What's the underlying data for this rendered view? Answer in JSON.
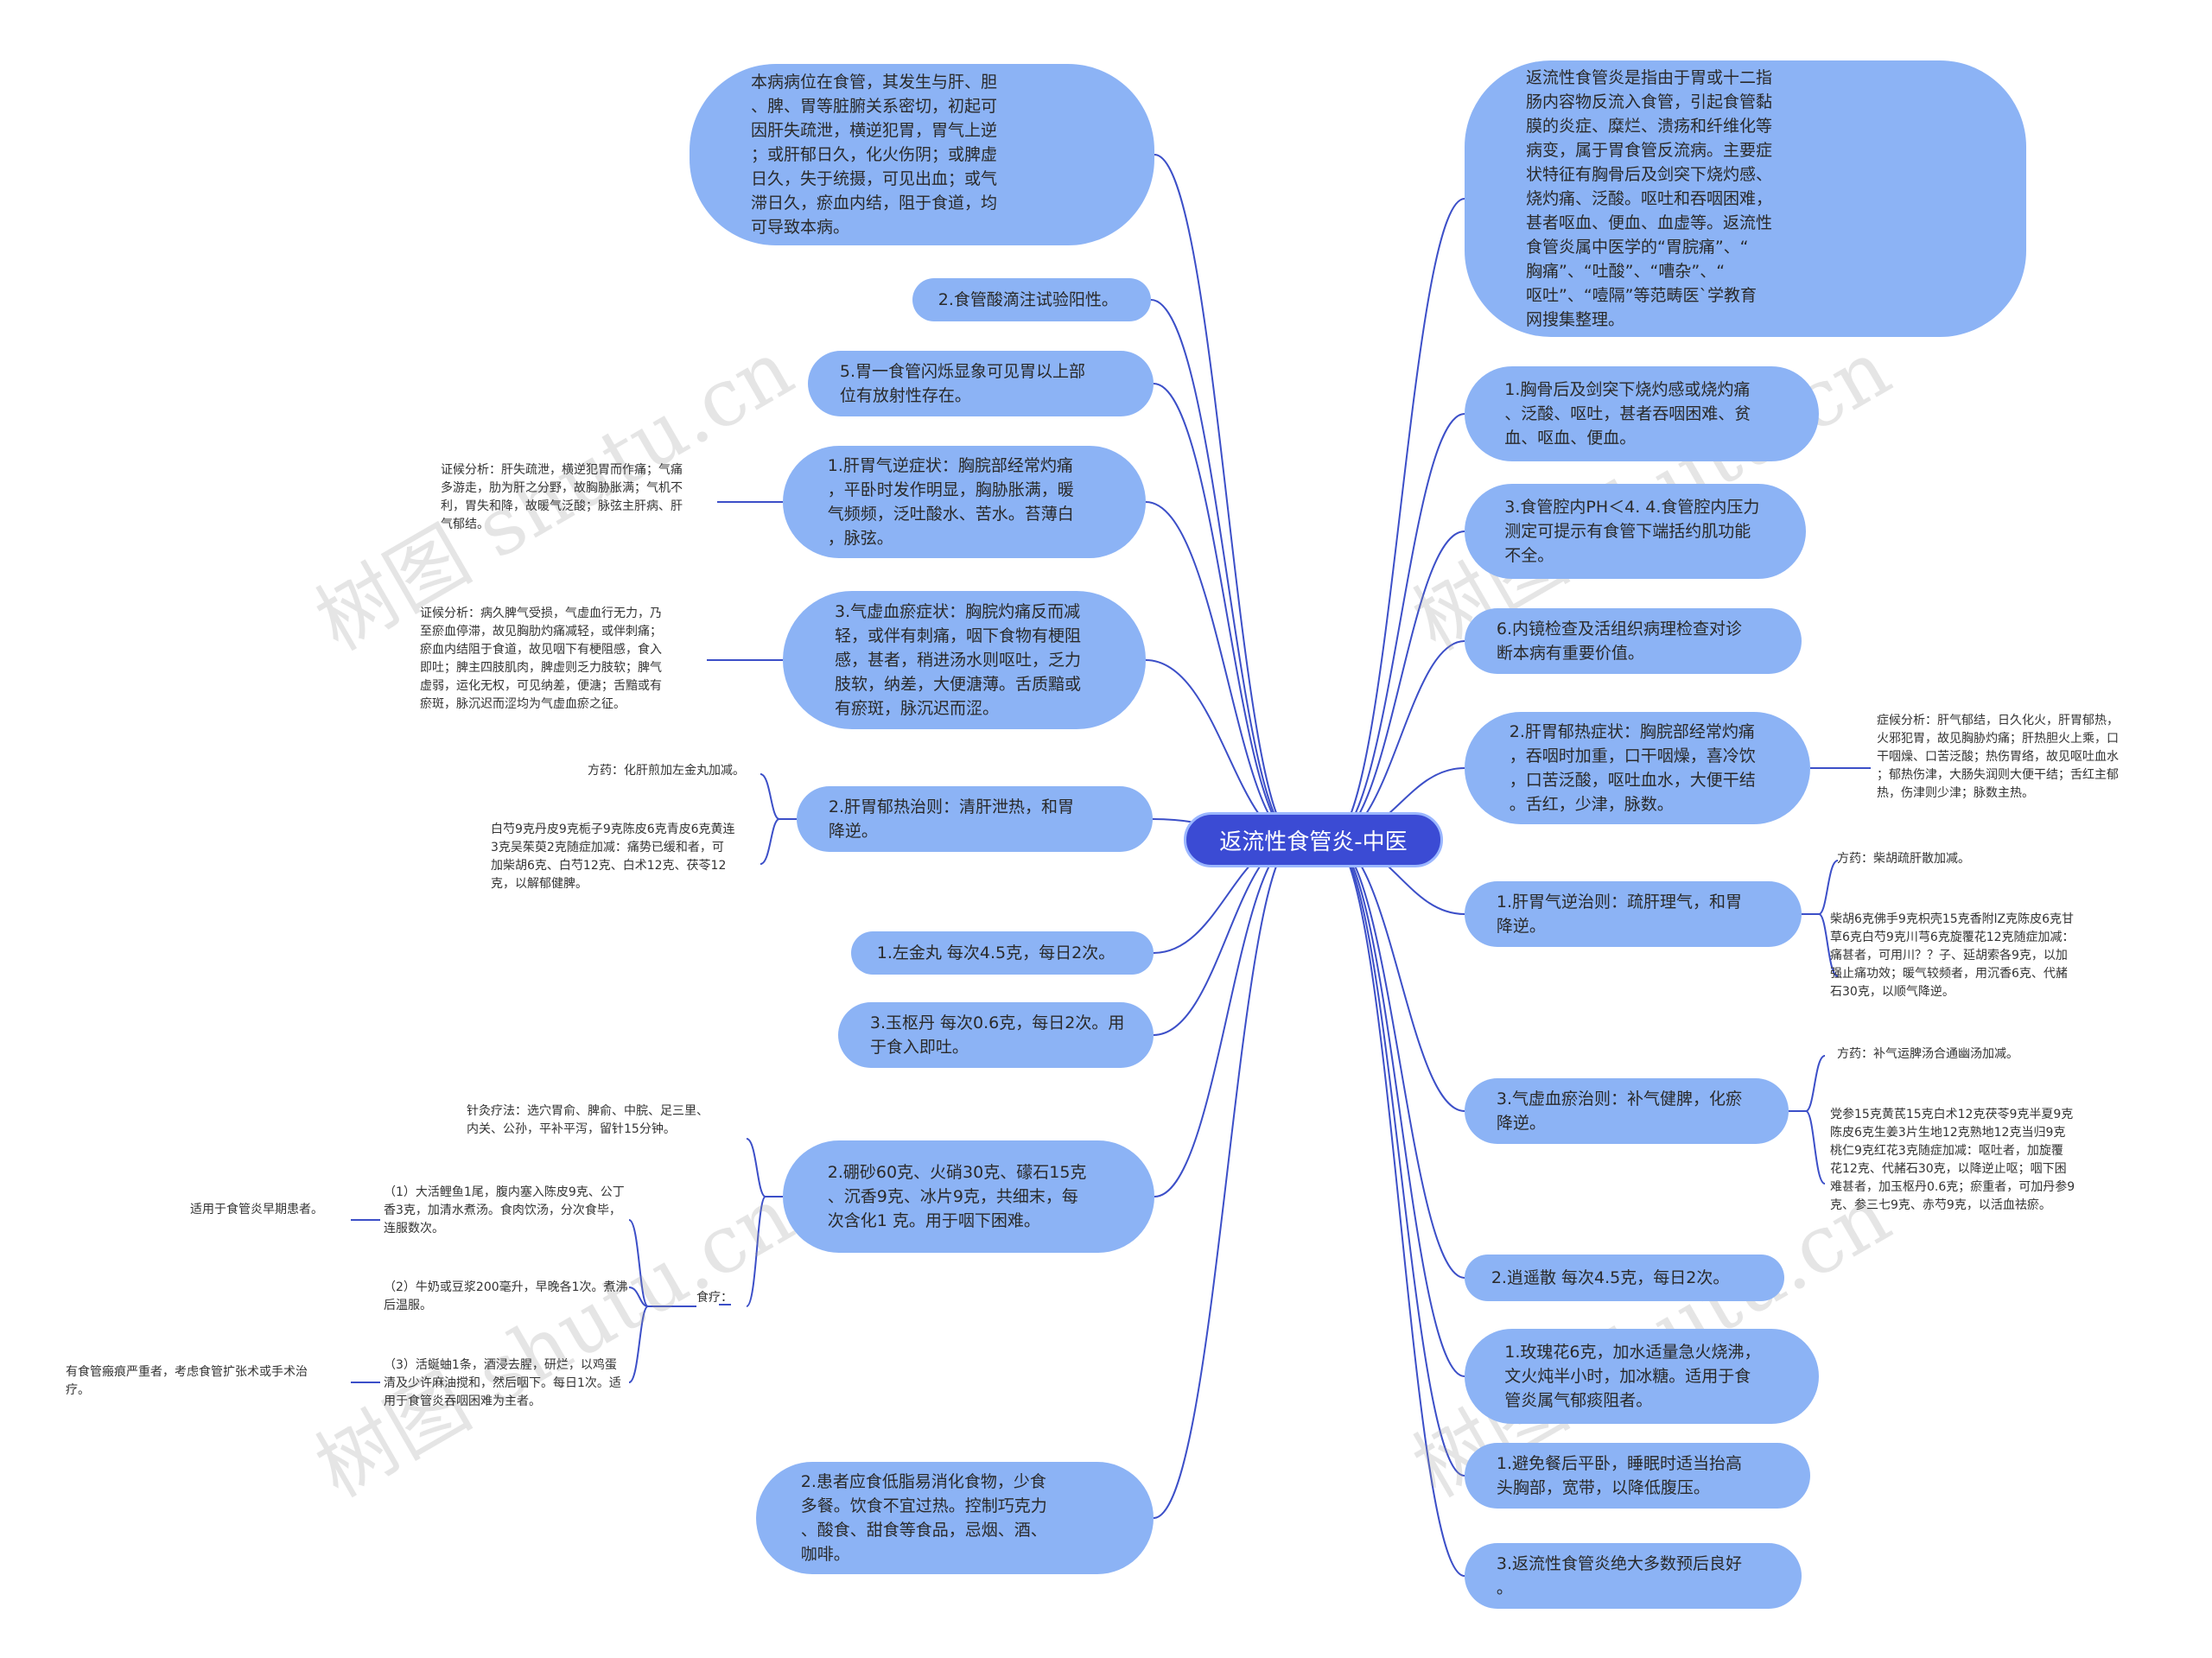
{
  "root": "返流性食管炎-中医",
  "watermark": "树图 shutu.cn",
  "left_nodes": [
    "本病病位在食管，其发生与肝、胆\n、脾、胃等脏腑关系密切，初起可\n因肝失疏泄，横逆犯胃，胃气上逆\n；或肝郁日久，化火伤阴；或脾虚\n日久，失于统摄，可见出血；或气\n滞日久，瘀血内结，阻于食道，均\n可导致本病。",
    "2.食管酸滴注试验阳性。",
    "5.胃一食管闪烁显象可见胃以上部\n位有放射性存在。",
    "1.肝胃气逆症状：胸脘部经常灼痛\n，平卧时发作明显，胸胁胀满，暖\n气频频，泛吐酸水、苦水。苔薄白\n，脉弦。",
    "3.气虚血瘀症状：胸脘灼痛反而减\n轻，或伴有刺痛，咽下食物有梗阻\n感，甚者，稍进汤水则呕吐，乏力\n肢软，纳差，大便溏薄。舌质黯或\n有瘀斑，脉沉迟而涩。",
    "2.肝胃郁热治则：清肝泄热，和胃\n降逆。",
    "1.左金丸 每次4.5克，每日2次。",
    "3.玉枢丹 每次0.6克，每日2次。用\n于食入即吐。",
    "2.硼砂60克、火硝30克、礞石15克\n、沉香9克、冰片9克，共细末，每\n次含化1 克。用于咽下困难。",
    "2.患者应食低脂易消化食物，少食\n多餐。饮食不宜过热。控制巧克力\n、酸食、甜食等食品，忌烟、酒、\n咖啡。"
  ],
  "right_nodes": [
    "返流性食管炎是指由于胃或十二指\n肠内容物反流入食管，引起食管黏\n膜的炎症、糜烂、溃疡和纤维化等\n病变，属于胃食管反流病。主要症\n状特征有胸骨后及剑突下烧灼感、\n烧灼痛、泛酸。呕吐和吞咽困难，\n甚者呕血、便血、血虚等。返流性\n食管炎属中医学的“胃脘痛”、“\n胸痛”、“吐酸”、“嘈杂”、“\n呕吐”、“噎隔”等范畴医`学教育\n网搜集整理。",
    "1.胸骨后及剑突下烧灼感或烧灼痛\n、泛酸、呕吐，甚者吞咽困难、贫\n血、呕血、便血。",
    "3.食管腔内PH＜4. 4.食管腔内压力\n测定可提示有食管下端括约肌功能\n不全。",
    "6.内镜检查及活组织病理检查对诊\n断本病有重要价值。",
    "2.肝胃郁热症状：胸脘部经常灼痛\n，吞咽时加重，口干咽燥，喜冷饮\n，口苦泛酸，呕吐血水，大便干结\n。舌红，少津，脉数。",
    "1.肝胃气逆治则：疏肝理气，和胃\n降逆。",
    "3.气虚血瘀治则：补气健脾，化瘀\n降逆。",
    "2.逍遥散 每次4.5克，每日2次。",
    "1.玫瑰花6克，加水适量急火烧沸，\n文火炖半小时，加冰糖。适用于食\n管炎属气郁痰阻者。",
    "1.避免餐后平卧，睡眠时适当抬高\n头胸部，宽带，以降低腹压。",
    "3.返流性食管炎绝大多数预后良好\n。"
  ],
  "leaves": [
    "证候分析：肝失疏泄，横逆犯胃而作痛；气痛\n多游走，肋为肝之分野，故胸胁胀满；气机不\n利，胃失和降，故暖气泛酸；脉弦主肝病、肝\n气郁结。",
    "证候分析：病久脾气受损，气虚血行无力，乃\n至瘀血停滞，故见胸肋灼痛减轻，或伴刺痛；\n瘀血内结阻于食道，故见咽下有梗阻感，食入\n即吐；脾主四肢肌肉，脾虚则乏力肢软；脾气\n虚弱，运化无权，可见纳差，便溏；舌黯或有\n瘀斑，脉沉迟而涩均为气虚血瘀之征。",
    "方药：化肝煎加左金丸加减。",
    "白芍9克丹皮9克栀子9克陈皮6克青皮6克黄连\n3克吴茱萸2克随症加减：痛势已缓和者，可\n加柴胡6克、白芍12克、白术12克、茯苓12\n克，以解郁健脾。",
    "针灸疗法：选穴胃俞、脾俞、中脘、足三里、\n内关、公孙，平补平泻，留针15分钟。",
    "适用于食管炎早期患者。",
    "（1）大活鲤鱼1尾，腹内塞入陈皮9克、公丁\n香3克，加清水煮汤。食肉饮汤，分次食毕，\n连服数次。",
    "（2）牛奶或豆浆200毫升，早晚各1次。煮沸\n后温服。",
    "食疗：",
    "有食管瘢痕严重者，考虑食管扩张术或手术治\n疗。",
    "（3）活蜒蚰1条，酒浸去腥，研烂，以鸡蛋\n清及少许麻油搅和，然后咽下。每日1次。适\n用于食管炎吞咽困难为主者。",
    "症候分析：肝气郁结，日久化火，肝胃郁热，\n火邪犯胃，故见胸胁灼痛；肝热胆火上乘，口\n干咽燥、口苦泛酸；热伤胃络，故见呕吐血水\n；郁热伤津，大肠失润则大便干结；舌红主郁\n热，伤津则少津；脉数主热。",
    "方药：柴胡疏肝散加减。",
    "柴胡6克佛手9克枳壳15克香附lZ克陈皮6克甘\n草6克白芍9克川芎6克旋覆花12克随症加减：\n痛甚者，可用川？？子、延胡索各9克，以加\n强止痛功效；暖气较频者，用沉香6克、代赭\n石30克，以顺气降逆。",
    "方药：补气运脾汤合通幽汤加减。",
    "党参15克黄芪15克白术12克茯苓9克半夏9克\n陈皮6克生姜3片生地12克熟地12克当归9克\n桃仁9克红花3克随症加减：呕吐者，加旋覆\n花12克、代赭石30克，以降逆止呕；咽下困\n难甚者，加玉枢丹0.6克；瘀重者，可加丹参9\n克、参三七9克、赤芍9克，以活血祛瘀。"
  ]
}
